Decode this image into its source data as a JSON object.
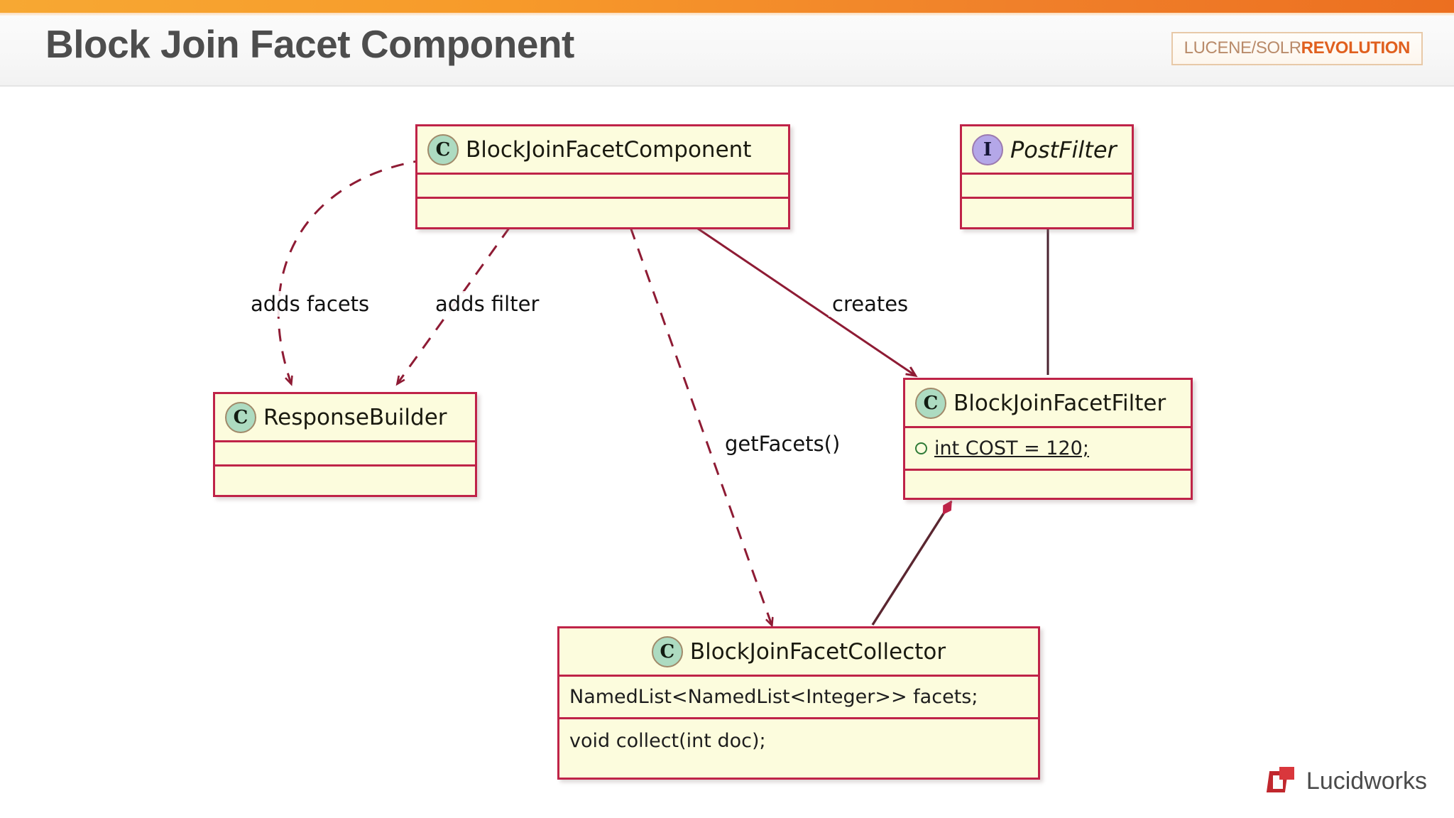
{
  "slide": {
    "title": "Block Join Facet Component",
    "brand_badge": {
      "prefix": "LUCENE/SOLR",
      "suffix": "REVOLUTION"
    },
    "footer_logo_text": "Lucidworks",
    "colors": {
      "accent_orange": "#f0802a",
      "title_gray": "#4d4d4d",
      "box_border": "#bf2348",
      "box_fill": "#fcfcdd",
      "class_icon": "#addbc1",
      "interface_icon": "#b4a7e8",
      "visibility_public": "#2e7a36",
      "logo_red": "#c0272d"
    }
  },
  "diagram": {
    "type": "uml-class-diagram",
    "classes": [
      {
        "id": "component",
        "name": "BlockJoinFacetComponent",
        "stereotype": "class",
        "stereotype_icon": "class-c-icon",
        "attributes": [],
        "methods": []
      },
      {
        "id": "postfilter",
        "name": "PostFilter",
        "stereotype": "interface",
        "stereotype_icon": "interface-i-icon",
        "attributes": [],
        "methods": []
      },
      {
        "id": "responsebuilder",
        "name": "ResponseBuilder",
        "stereotype": "class",
        "stereotype_icon": "class-c-icon",
        "attributes": [],
        "methods": []
      },
      {
        "id": "filter",
        "name": "BlockJoinFacetFilter",
        "stereotype": "class",
        "stereotype_icon": "class-c-icon",
        "attributes": [
          {
            "visibility": "public",
            "text": "int COST = 120;",
            "static": true
          }
        ],
        "methods": []
      },
      {
        "id": "collector",
        "name": "BlockJoinFacetCollector",
        "stereotype": "class",
        "stereotype_icon": "class-c-icon",
        "attributes": [
          {
            "visibility": "none",
            "text": "NamedList<NamedList<Integer>> facets;",
            "static": false
          }
        ],
        "methods": [
          {
            "visibility": "none",
            "text": "void collect(int doc);",
            "static": false
          }
        ]
      }
    ],
    "edges": [
      {
        "id": "e1",
        "from": "component",
        "to": "responsebuilder",
        "label": "adds facets",
        "style": "dashed",
        "head": "open-arrow"
      },
      {
        "id": "e2",
        "from": "component",
        "to": "responsebuilder",
        "label": "adds filter",
        "style": "dashed",
        "head": "open-arrow"
      },
      {
        "id": "e3",
        "from": "component",
        "to": "filter",
        "label": "creates",
        "style": "solid",
        "head": "open-arrow"
      },
      {
        "id": "e4",
        "from": "component",
        "to": "collector",
        "label": "getFacets()",
        "style": "dashed",
        "head": "open-arrow"
      },
      {
        "id": "e5",
        "from": "filter",
        "to": "postfilter",
        "label": "",
        "style": "solid",
        "head": "hollow-triangle"
      },
      {
        "id": "e6",
        "from": "collector",
        "to": "filter",
        "label": "",
        "style": "solid",
        "head": "filled-diamond"
      }
    ]
  }
}
